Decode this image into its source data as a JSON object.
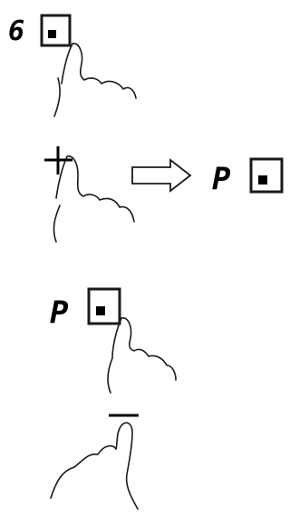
{
  "steps": [
    {
      "display_symbol": "6",
      "gesture": "press-and-hold",
      "control": "boost-key"
    },
    {
      "display_symbol": "+",
      "gesture": "press",
      "control": "plus-key",
      "result_symbol": "P"
    },
    {
      "display_symbol": "P",
      "gesture": "press",
      "control": "boost-key"
    },
    {
      "display_symbol": "-",
      "gesture": "press",
      "control": "minus-key"
    }
  ],
  "colors": {
    "line": "#1a1a1a",
    "background": "#ffffff"
  },
  "icons": {
    "key": "square-key-icon",
    "finger": "pointing-finger-icon",
    "arrow": "right-arrow-icon"
  }
}
